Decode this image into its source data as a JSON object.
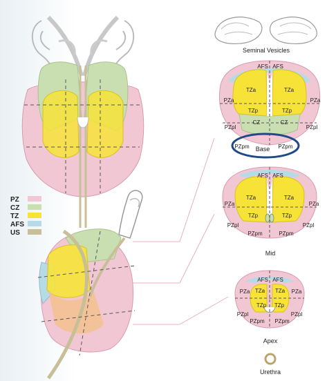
{
  "colors": {
    "pz": "#f2c7d4",
    "cz": "#c9dfb2",
    "tz": "#f7e338",
    "afs": "#b7dbe6",
    "us": "#c7bf98",
    "highlight": "#1f4a87"
  },
  "legend": [
    "PZ",
    "CZ",
    "TZ",
    "AFS",
    "US"
  ],
  "captions": {
    "seminal": "Seminal Vesicles",
    "base": "Base",
    "mid": "Mid",
    "apex": "Apex",
    "urethra": "Urethra"
  },
  "base_labels": {
    "afs_l": "AFS",
    "afs_r": "AFS",
    "tza_l": "TZa",
    "tza_r": "TZa",
    "pza_l": "PZa",
    "pza_r": "PZa",
    "tzp_l": "TZp",
    "tzp_r": "TZp",
    "cz_l": "CZ",
    "cz_r": "CZ",
    "pzpl_l": "PZpl",
    "pzpl_r": "PZpl",
    "pzpm_l": "PZpm",
    "pzpm_r": "PZpm"
  },
  "mid_labels": {
    "afs_l": "AFS",
    "afs_r": "AFS",
    "tza_l": "TZa",
    "tza_r": "TZa",
    "pza_l": "PZa",
    "pza_r": "PZa",
    "tzp_l": "TZp",
    "tzp_r": "TZp",
    "pzpl_l": "PZpl",
    "pzpl_r": "PZpl",
    "pzpm_l": "PZpm",
    "pzpm_r": "PZpm"
  },
  "apex_labels": {
    "afs_l": "AFS",
    "afs_r": "AFS",
    "pza_l": "PZa",
    "pza_r": "PZa",
    "tza_l": "TZa",
    "tza_r": "TZa",
    "tzp_l": "TZp",
    "tzp_r": "TZp",
    "pzpl_l": "PZpl",
    "pzpl_r": "PZpl",
    "pzpm_l": "PZpm",
    "pzpm_r": "PZpm"
  }
}
